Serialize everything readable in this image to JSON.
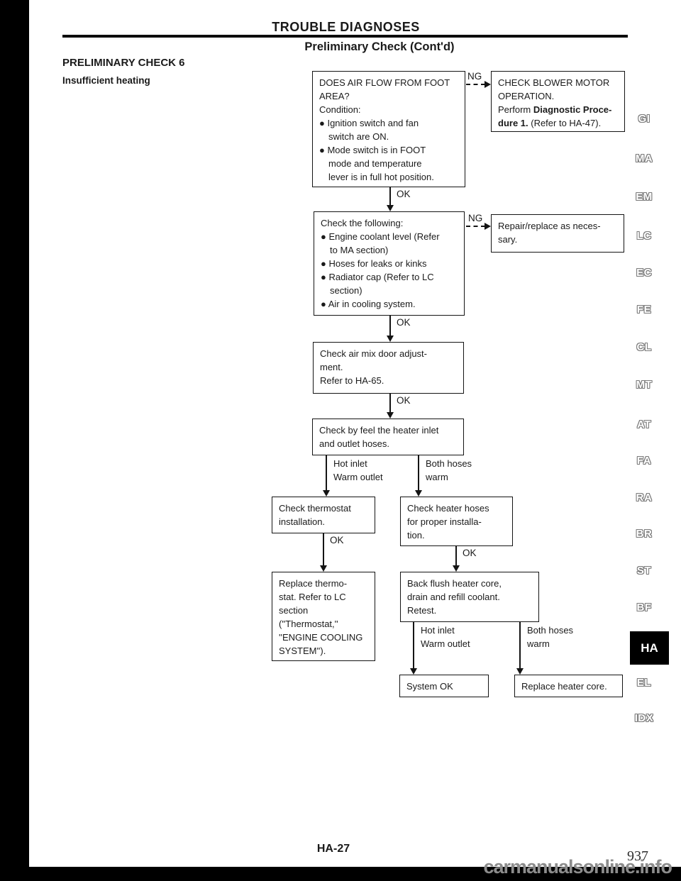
{
  "page": {
    "header_title": "TROUBLE DIAGNOSES",
    "subtitle": "Preliminary Check (Cont'd)",
    "section_title": "PRELIMINARY CHECK 6",
    "section_subtitle": "Insufficient heating",
    "footer_page": "HA-27",
    "scan_number": "937",
    "watermark": "carmanualsonline.info"
  },
  "labels": {
    "ok": "OK",
    "ng": "NG"
  },
  "colors": {
    "frame_bar": "#000000",
    "active_tab_bg": "#000000",
    "tab_outline": "#7a7a7a",
    "watermark": "#8c8c8c"
  },
  "flowchart": {
    "box_airflow": {
      "lines": [
        "DOES AIR FLOW FROM FOOT",
        "AREA?",
        "Condition:",
        "● Ignition switch and fan",
        "switch are ON.",
        "● Mode switch is in FOOT",
        "mode and temperature",
        "lever is in full hot position."
      ]
    },
    "box_blower": {
      "l0": "CHECK BLOWER MOTOR",
      "l1": "OPERATION.",
      "l2a": "Perform ",
      "l2b": "Diagnostic Proce-",
      "l3a": "dure 1.",
      "l3b": " (Refer to HA-47)."
    },
    "box_coolant": {
      "lines": [
        "Check the following:",
        "● Engine coolant level (Refer",
        "to MA section)",
        "● Hoses for leaks or kinks",
        "● Radiator cap (Refer to LC",
        "section)",
        "● Air in cooling system."
      ]
    },
    "box_repair": {
      "lines": [
        "Repair/replace as neces-",
        "sary."
      ]
    },
    "box_airmix": {
      "lines": [
        "Check air mix door adjust-",
        "ment.",
        "Refer to HA-65."
      ]
    },
    "box_feel": {
      "lines": [
        "Check by feel the heater inlet",
        "and outlet hoses."
      ]
    },
    "branch1_left": {
      "lines": [
        "Hot inlet",
        "Warm outlet"
      ]
    },
    "branch1_right": {
      "lines": [
        "Both hoses",
        "warm"
      ]
    },
    "box_thermostat": {
      "lines": [
        "Check thermostat",
        "installation."
      ]
    },
    "box_hoses": {
      "lines": [
        "Check heater hoses",
        "for proper installa-",
        "tion."
      ]
    },
    "box_replace_thermostat": {
      "lines": [
        "Replace thermo-",
        "stat. Refer to LC",
        "section",
        "(''Thermostat,''",
        "''ENGINE COOLING",
        "SYSTEM'')."
      ]
    },
    "box_backflush": {
      "lines": [
        "Back flush heater core,",
        "drain and refill coolant.",
        "Retest."
      ]
    },
    "branch2_left": {
      "lines": [
        "Hot inlet",
        "Warm outlet"
      ]
    },
    "branch2_right": {
      "lines": [
        "Both hoses",
        "warm"
      ]
    },
    "box_system_ok": {
      "lines": [
        "System OK"
      ]
    },
    "box_replace_core": {
      "lines": [
        "Replace heater core."
      ]
    }
  },
  "tabs": {
    "active": "HA",
    "items": [
      {
        "label": "GI"
      },
      {
        "label": "MA"
      },
      {
        "label": "EM"
      },
      {
        "label": "LC"
      },
      {
        "label": "EC"
      },
      {
        "label": "FE"
      },
      {
        "label": "CL"
      },
      {
        "label": "MT"
      },
      {
        "label": "AT"
      },
      {
        "label": "FA"
      },
      {
        "label": "RA"
      },
      {
        "label": "BR"
      },
      {
        "label": "ST"
      },
      {
        "label": "BF"
      },
      {
        "label": "HA"
      },
      {
        "label": "EL"
      },
      {
        "label": "IDX"
      }
    ]
  }
}
